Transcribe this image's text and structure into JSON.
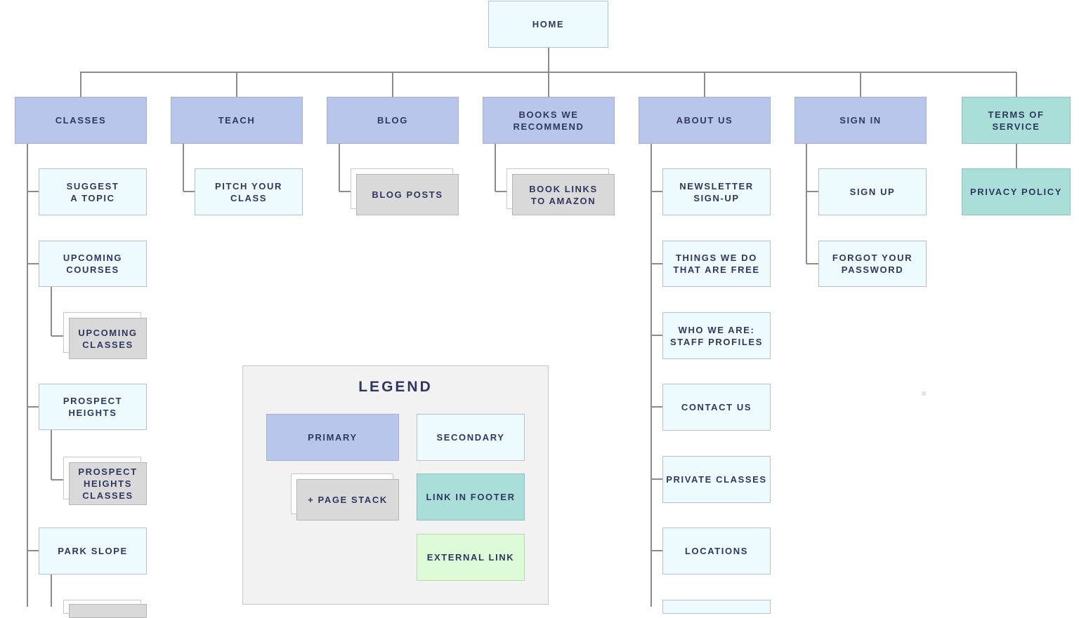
{
  "home": "HOME",
  "primary": {
    "classes": "CLASSES",
    "teach": "TEACH",
    "blog": "BLOG",
    "books": "BOOKS WE\nRECOMMEND",
    "about": "ABOUT US",
    "signin": "SIGN IN",
    "terms": "TERMS OF\nSERVICE"
  },
  "classes_children": {
    "suggest": "SUGGEST\nA TOPIC",
    "upcoming_courses": "UPCOMING\nCOURSES",
    "upcoming_classes": "UPCOMING\nCLASSES",
    "prospect_heights": "PROSPECT\nHEIGHTS",
    "prospect_heights_classes": "PROSPECT\nHEIGHTS\nCLASSES",
    "park_slope": "PARK SLOPE"
  },
  "teach_children": {
    "pitch": "PITCH YOUR\nCLASS"
  },
  "blog_children": {
    "posts": "BLOG POSTS"
  },
  "books_children": {
    "amazon": "BOOK LINKS\nTO AMAZON"
  },
  "about_children": {
    "newsletter": "NEWSLETTER\nSIGN-UP",
    "free": "THINGS WE DO\nTHAT ARE FREE",
    "staff": "WHO WE ARE:\nSTAFF PROFILES",
    "contact": "CONTACT US",
    "private": "PRIVATE CLASSES",
    "locations": "LOCATIONS"
  },
  "signin_children": {
    "signup": "SIGN UP",
    "forgot": "FORGOT YOUR\nPASSWORD"
  },
  "terms_children": {
    "privacy": "PRIVACY POLICY"
  },
  "legend": {
    "title": "LEGEND",
    "primary": "PRIMARY",
    "secondary": "SECONDARY",
    "page_stack": "+ PAGE STACK",
    "footer": "LINK IN FOOTER",
    "external": "EXTERNAL LINK"
  },
  "colors": {
    "primary": "#b8c6ec",
    "secondary": "#edfbfe",
    "footer": "#a9dfd8",
    "page_stack": "#d9d9d9",
    "external": "#dcfbd6",
    "line": "#8c8c8c",
    "text": "#2f3761"
  }
}
